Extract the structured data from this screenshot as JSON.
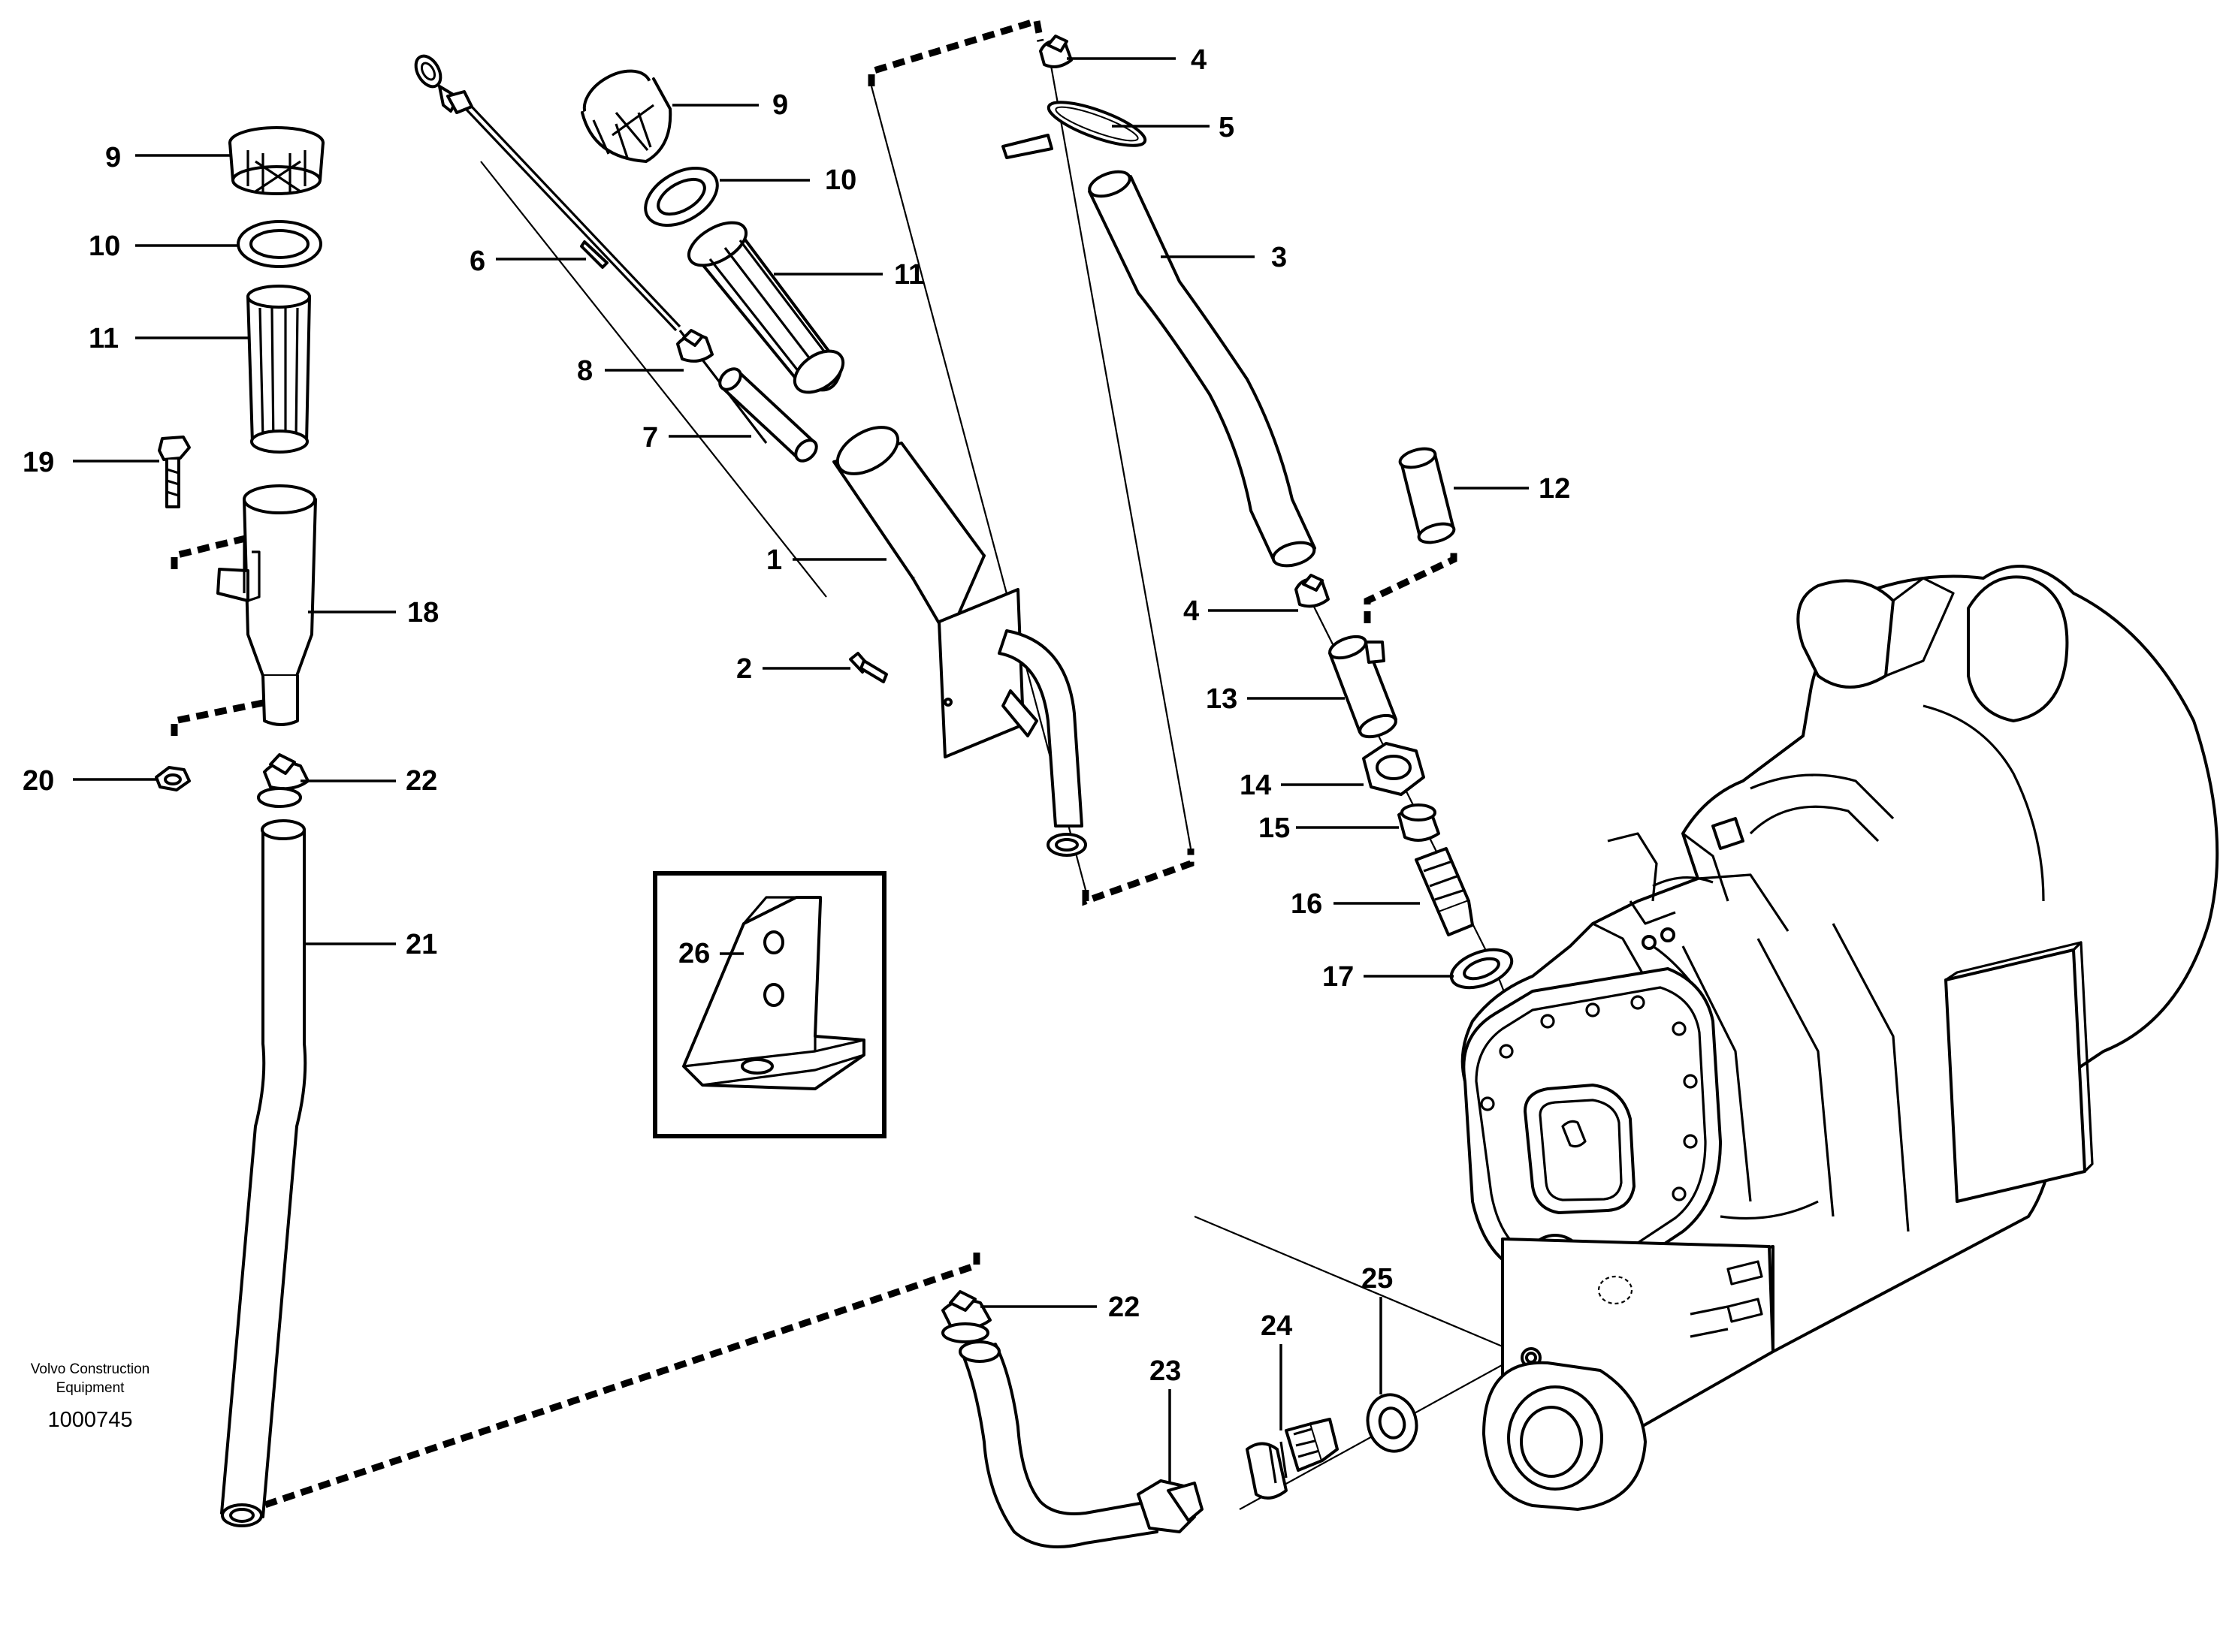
{
  "callouts": [
    {
      "id": "c9a",
      "text": "9"
    },
    {
      "id": "c10a",
      "text": "10"
    },
    {
      "id": "c11a",
      "text": "11"
    },
    {
      "id": "c19",
      "text": "19"
    },
    {
      "id": "c18",
      "text": "18"
    },
    {
      "id": "c20",
      "text": "20"
    },
    {
      "id": "c22a",
      "text": "22"
    },
    {
      "id": "c21",
      "text": "21"
    },
    {
      "id": "c6",
      "text": "6"
    },
    {
      "id": "c9b",
      "text": "9"
    },
    {
      "id": "c10b",
      "text": "10"
    },
    {
      "id": "c11b",
      "text": "11"
    },
    {
      "id": "c8",
      "text": "8"
    },
    {
      "id": "c7",
      "text": "7"
    },
    {
      "id": "c1",
      "text": "1"
    },
    {
      "id": "c2",
      "text": "2"
    },
    {
      "id": "c4a",
      "text": "4"
    },
    {
      "id": "c5",
      "text": "5"
    },
    {
      "id": "c3",
      "text": "3"
    },
    {
      "id": "c12",
      "text": "12"
    },
    {
      "id": "c4b",
      "text": "4"
    },
    {
      "id": "c13",
      "text": "13"
    },
    {
      "id": "c14",
      "text": "14"
    },
    {
      "id": "c15",
      "text": "15"
    },
    {
      "id": "c16",
      "text": "16"
    },
    {
      "id": "c17",
      "text": "17"
    },
    {
      "id": "c26",
      "text": "26"
    },
    {
      "id": "c22b",
      "text": "22"
    },
    {
      "id": "c23",
      "text": "23"
    },
    {
      "id": "c24",
      "text": "24"
    },
    {
      "id": "c25",
      "text": "25"
    }
  ],
  "brand_line1": "Volvo Construction",
  "brand_line2": "Equipment",
  "figure_number": "1000745"
}
